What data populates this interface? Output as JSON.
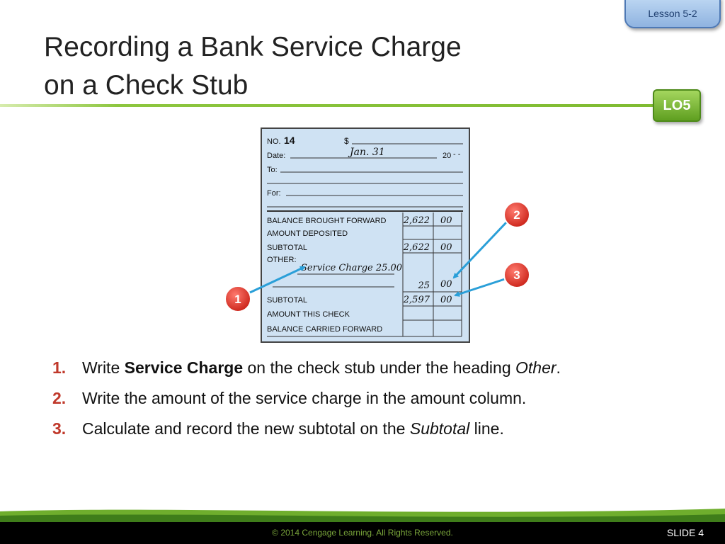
{
  "lesson_tab": "Lesson 5-2",
  "title_line1": "Recording a Bank Service Charge",
  "title_line2": "on a Check Stub",
  "lo_badge": "LO5",
  "stub": {
    "no_label": "NO.",
    "no_value": "14",
    "dollar_sign": "$",
    "date_label": "Date:",
    "date_value": "Jan. 31",
    "year_label": "20",
    "year_dashes": "- -",
    "to_label": "To:",
    "for_label": "For:",
    "rows": [
      {
        "label": "BALANCE BROUGHT FORWARD",
        "dollars": "2,622",
        "cents": "00"
      },
      {
        "label": "AMOUNT DEPOSITED",
        "dollars": "",
        "cents": ""
      },
      {
        "label": "SUBTOTAL",
        "dollars": "2,622",
        "cents": "00"
      },
      {
        "label": "OTHER:",
        "dollars": "",
        "cents": ""
      },
      {
        "label": "",
        "dollars": "25",
        "cents": "00"
      },
      {
        "label": "SUBTOTAL",
        "dollars": "2,597",
        "cents": "00"
      },
      {
        "label": "AMOUNT THIS CHECK",
        "dollars": "",
        "cents": ""
      },
      {
        "label": "BALANCE CARRIED FORWARD",
        "dollars": "",
        "cents": ""
      }
    ],
    "other_entry": "Service Charge 25.00"
  },
  "callouts": [
    "1",
    "2",
    "3"
  ],
  "steps": [
    {
      "num": "1.",
      "text_a": "Write ",
      "bold": "Service Charge",
      "text_b": " on the check stub under the heading ",
      "italic": "Other",
      "text_c": "."
    },
    {
      "num": "2.",
      "text_a": "Write the amount of the service charge in the amount column.",
      "bold": "",
      "text_b": "",
      "italic": "",
      "text_c": ""
    },
    {
      "num": "3.",
      "text_a": "Calculate and record the new subtotal on the ",
      "bold": "",
      "text_b": "",
      "italic": "Subtotal",
      "text_c": " line."
    }
  ],
  "footer": {
    "copyright": "© 2014 Cengage Learning. All Rights Reserved.",
    "slide": "SLIDE 4"
  },
  "colors": {
    "stub_bg": "#cfe2f3",
    "accent_green": "#8dc63f",
    "callout_red": "#e0352b",
    "arrow_blue": "#2a9fd8",
    "step_number": "#c0392b"
  }
}
